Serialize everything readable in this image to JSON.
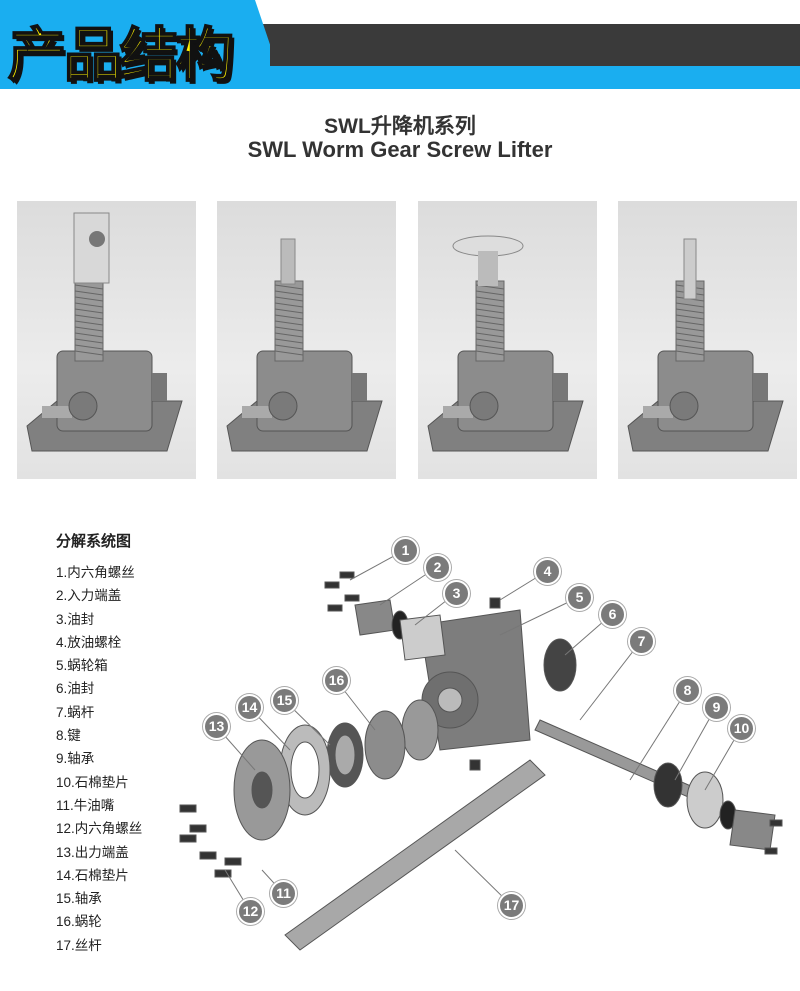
{
  "banner": {
    "title": "产品结构"
  },
  "heading": {
    "cn": "SWL升降机系列",
    "en": "SWL Worm Gear Screw Lifter"
  },
  "products": [
    {
      "variant": "clevis-top"
    },
    {
      "variant": "threaded-end"
    },
    {
      "variant": "flange-top"
    },
    {
      "variant": "plain-end"
    }
  ],
  "legend": {
    "title": "分解系统图",
    "items": [
      "1.内六角螺丝",
      "2.入力端盖",
      "3.油封",
      "4.放油螺栓",
      "5.蜗轮箱",
      "6.油封",
      "7.蜗杆",
      "8.键",
      "9.轴承",
      "10.石棉垫片",
      "11.牛油嘴",
      "12.内六角螺丝",
      "13.出力端盖",
      "14.石棉垫片",
      "15.轴承",
      "16.蜗轮",
      "17.丝杆"
    ]
  },
  "callouts": [
    "1",
    "2",
    "3",
    "4",
    "5",
    "6",
    "7",
    "8",
    "9",
    "10",
    "11",
    "12",
    "13",
    "14",
    "15",
    "16",
    "17"
  ],
  "colors": {
    "banner_blue": "#1aaef0",
    "title_yellow": "#fff200",
    "dark_bar": "#3a3a3a"
  }
}
